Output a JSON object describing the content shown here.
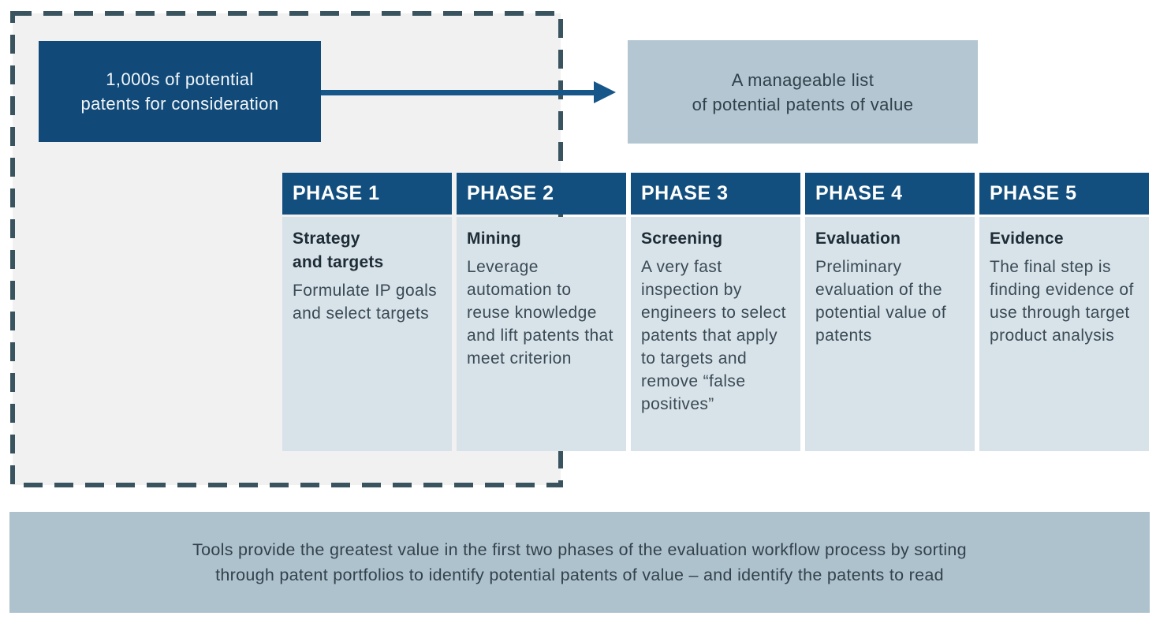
{
  "diagram": {
    "source_box": {
      "line1": "1,000s of potential",
      "line2": "patents for consideration"
    },
    "flow_arrow_icon": "right-arrow",
    "result_box": {
      "line1": "A manageable list",
      "line2": "of potential patents of value"
    },
    "phases": [
      {
        "label": "PHASE 1",
        "title_lines": [
          "Strategy",
          "and targets"
        ],
        "description": "Formulate IP goals and select targets"
      },
      {
        "label": "PHASE 2",
        "title_lines": [
          "Mining"
        ],
        "description": "Leverage automation to reuse knowledge and lift patents that meet criterion"
      },
      {
        "label": "PHASE 3",
        "title_lines": [
          "Screening"
        ],
        "description": "A very fast inspection by engineers to select patents that apply to targets and remove “false positives”"
      },
      {
        "label": "PHASE 4",
        "title_lines": [
          "Evaluation"
        ],
        "description": "Preliminary evaluation of the potential value of patents"
      },
      {
        "label": "PHASE 5",
        "title_lines": [
          "Evidence"
        ],
        "description": "The final step is finding evidence of use through target product analysis"
      }
    ],
    "banner": {
      "line1": "Tools provide the greatest value in the first two phases of the evaluation workflow process by sorting",
      "line2": "through patent portfolios to identify potential patents of value – and identify the patents to read"
    },
    "colors": {
      "primary_blue": "#134f7e",
      "source_box_blue": "#114a79",
      "arrow_blue": "#175689",
      "phase_body_bg": "#d8e2e9",
      "result_box_bg": "#b3c6d1",
      "banner_bg": "#aec2ce",
      "dashed_border": "#3a545f",
      "dashed_fill": "#f2f1f1"
    }
  }
}
